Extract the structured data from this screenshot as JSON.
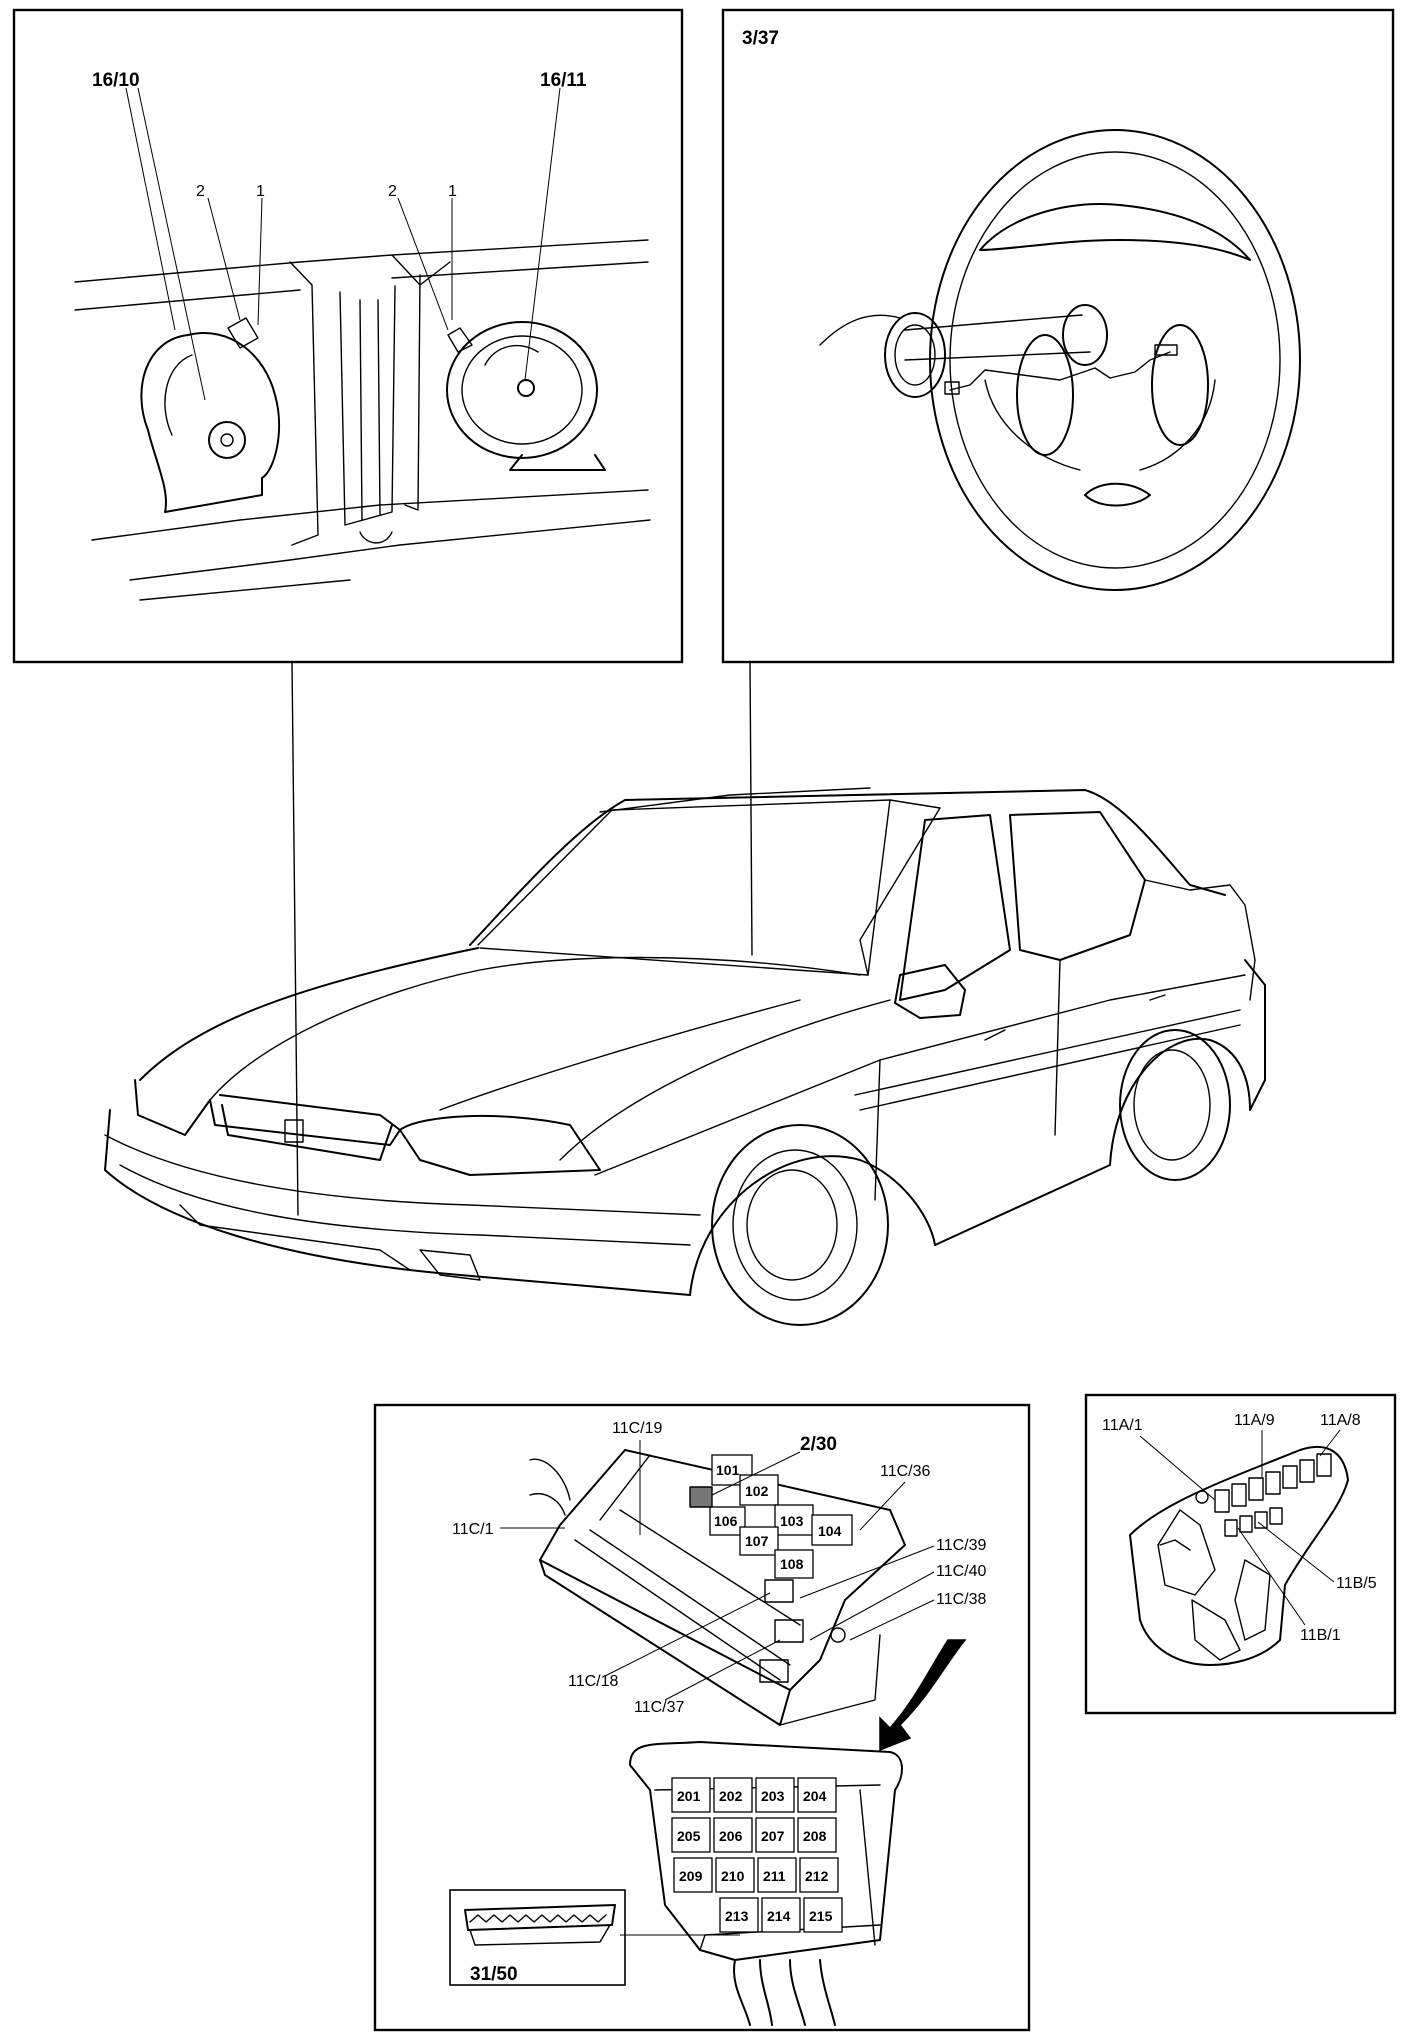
{
  "panels": {
    "horns": {
      "left_horn_label": "16/10",
      "right_horn_label": "16/11",
      "callout_2a": "2",
      "callout_1a": "1",
      "callout_2b": "2",
      "callout_1b": "1"
    },
    "steering": {
      "label": "3/37"
    },
    "central_electrical_unit": {
      "labels": {
        "c19": "11C/19",
        "c230": "2/30",
        "c36": "11C/36",
        "c1": "11C/1",
        "c39": "11C/39",
        "c40": "11C/40",
        "c38": "11C/38",
        "c18": "11C/18",
        "c37": "11C/37",
        "c3150": "31/50"
      },
      "top_relays": [
        "101",
        "102",
        "103",
        "104",
        "106",
        "107",
        "108"
      ],
      "bottom_relays": [
        "201",
        "202",
        "203",
        "204",
        "205",
        "206",
        "207",
        "208",
        "209",
        "210",
        "211",
        "212",
        "213",
        "214",
        "215"
      ]
    },
    "engine_fuse_box": {
      "a1": "11A/1",
      "a9": "11A/9",
      "a8": "11A/8",
      "b5": "11B/5",
      "b1": "11B/1"
    }
  }
}
